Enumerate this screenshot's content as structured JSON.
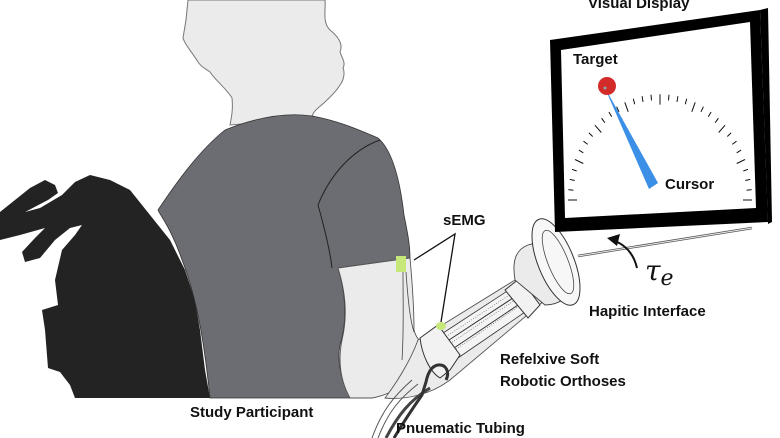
{
  "figure": {
    "labels": {
      "visual_display": "Visual Display",
      "target": "Target",
      "cursor": "Cursor",
      "semg": "sEMG",
      "torque_symbol": "τ",
      "torque_subscript": "e",
      "haptic_interface": "Hapitic Interface",
      "orthoses_line1": "Refelxive Soft",
      "orthoses_line2": "Robotic Orthoses",
      "study_participant": "Study Participant",
      "pneumatic_tubing": "Pnuematic Tubing"
    },
    "colors": {
      "target": "#d32a2a",
      "cursor": "#3b8fe6",
      "sensor": "#c6e87a",
      "shirt": "#6c6d72",
      "skin": "#ebebeb",
      "chair": "#232323",
      "monitor_frame": "#000000"
    }
  }
}
